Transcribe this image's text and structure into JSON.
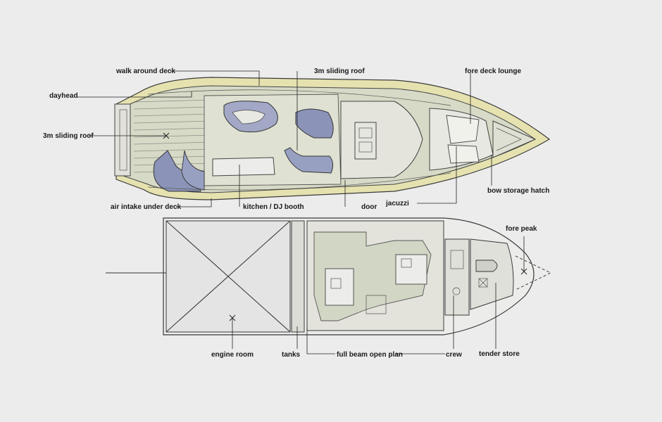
{
  "labels": {
    "walk_around_deck": "walk around deck",
    "sliding_roof_top": "3m sliding roof",
    "fore_deck_lounge": "fore deck lounge",
    "dayhead": "dayhead",
    "sliding_roof_left": "3m sliding roof",
    "bow_storage_hatch": "bow storage hatch",
    "air_intake": "air intake under deck",
    "kitchen_dj": "kitchen / DJ booth",
    "door": "door",
    "jacuzzi": "jacuzzi",
    "fore_peak": "fore peak",
    "engine_room": "engine room",
    "tanks": "tanks",
    "full_beam": "full beam open plan",
    "crew": "crew",
    "tender_store": "tender store"
  },
  "colors": {
    "background": "#ececec",
    "deck_fill": "#d9dccb",
    "hull_edge": "#e6e2b0",
    "seat_blue": "#8b93b8",
    "interior_fill": "#dcdcd4",
    "engine_fill": "#e6e6e6"
  }
}
